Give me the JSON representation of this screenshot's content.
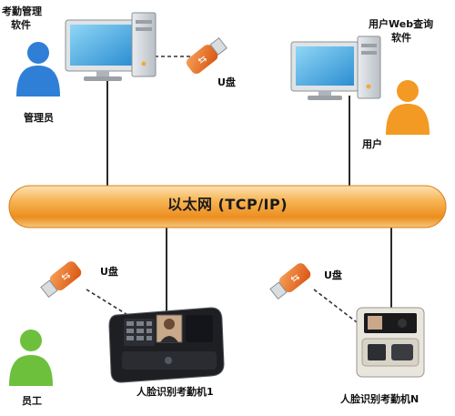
{
  "network": {
    "label": "以太网 (TCP/IP)"
  },
  "nodes": {
    "admin_software": {
      "line1": "考勤管理",
      "line2": "软件"
    },
    "admin": {
      "label": "管理员"
    },
    "usb_top": {
      "label": "U盘"
    },
    "web_software": {
      "line1": "用户Web查询",
      "line2": "软件"
    },
    "user": {
      "label": "用户"
    },
    "usb_left": {
      "label": "U盘"
    },
    "usb_right": {
      "label": "U盘"
    },
    "device1": {
      "label": "人脸识别考勤机1"
    },
    "deviceN": {
      "label": "人脸识别考勤机N"
    },
    "employee": {
      "label": "员工"
    }
  },
  "colors": {
    "network_bar": "#f39a2c",
    "usb_orange": "#e8681a",
    "person_blue": "#2f7fd6",
    "person_orange": "#f29a24",
    "person_green": "#6cc03c",
    "screen_blue": "#4fb3e8"
  }
}
